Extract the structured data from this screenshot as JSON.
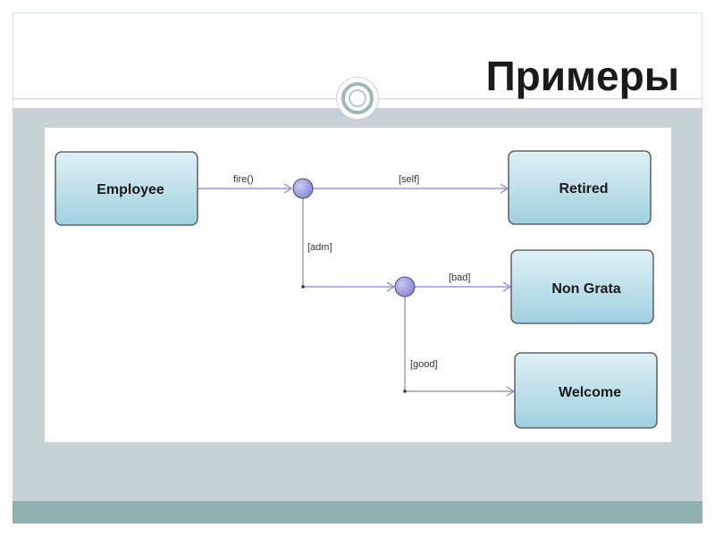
{
  "slide": {
    "title": "Примеры"
  },
  "diagram": {
    "states": {
      "employee": "Employee",
      "retired": "Retired",
      "non_grata": "Non Grata",
      "welcome": "Welcome"
    },
    "labels": {
      "fire": "fire()",
      "self": "[self]",
      "adm": "[adm]",
      "bad": "[bad]",
      "good": "[good]"
    }
  },
  "colors": {
    "state_fill_top": "#dff0f5",
    "state_fill_bottom": "#9fd0e0",
    "state_border": "#4a4a4a",
    "arrow": "#9a95d8",
    "choice_fill": "#9a99dd"
  }
}
